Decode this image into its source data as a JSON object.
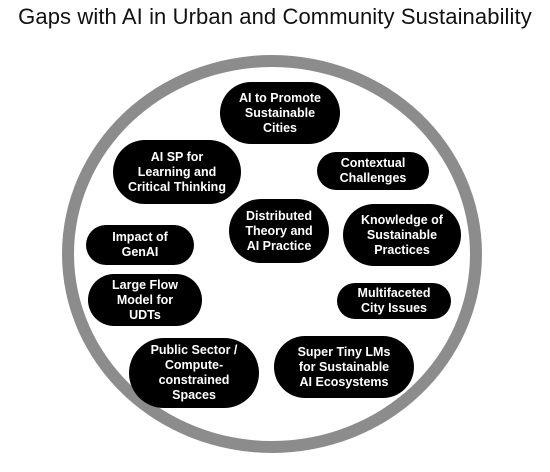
{
  "title": "Gaps with AI in Urban and Community Sustainability",
  "colors": {
    "ring": "#8c8c8c",
    "pill_fill": "#000000",
    "pill_text": "#ffffff",
    "title_text": "#111111",
    "background": "#ffffff"
  },
  "gaps": [
    {
      "label": "AI to Promote\nSustainable\nCities"
    },
    {
      "label": "AI SP for\nLearning and\nCritical Thinking"
    },
    {
      "label": "Contextual\nChallenges"
    },
    {
      "label": "Distributed\nTheory and\nAI Practice"
    },
    {
      "label": "Knowledge of\nSustainable\nPractices"
    },
    {
      "label": "Impact of\nGenAI"
    },
    {
      "label": "Large Flow\nModel for\nUDTs"
    },
    {
      "label": "Multifaceted\nCity Issues"
    },
    {
      "label": "Public Sector /\nCompute-\nconstrained\nSpaces"
    },
    {
      "label": "Super Tiny LMs\nfor Sustainable\nAI Ecosystems"
    }
  ]
}
